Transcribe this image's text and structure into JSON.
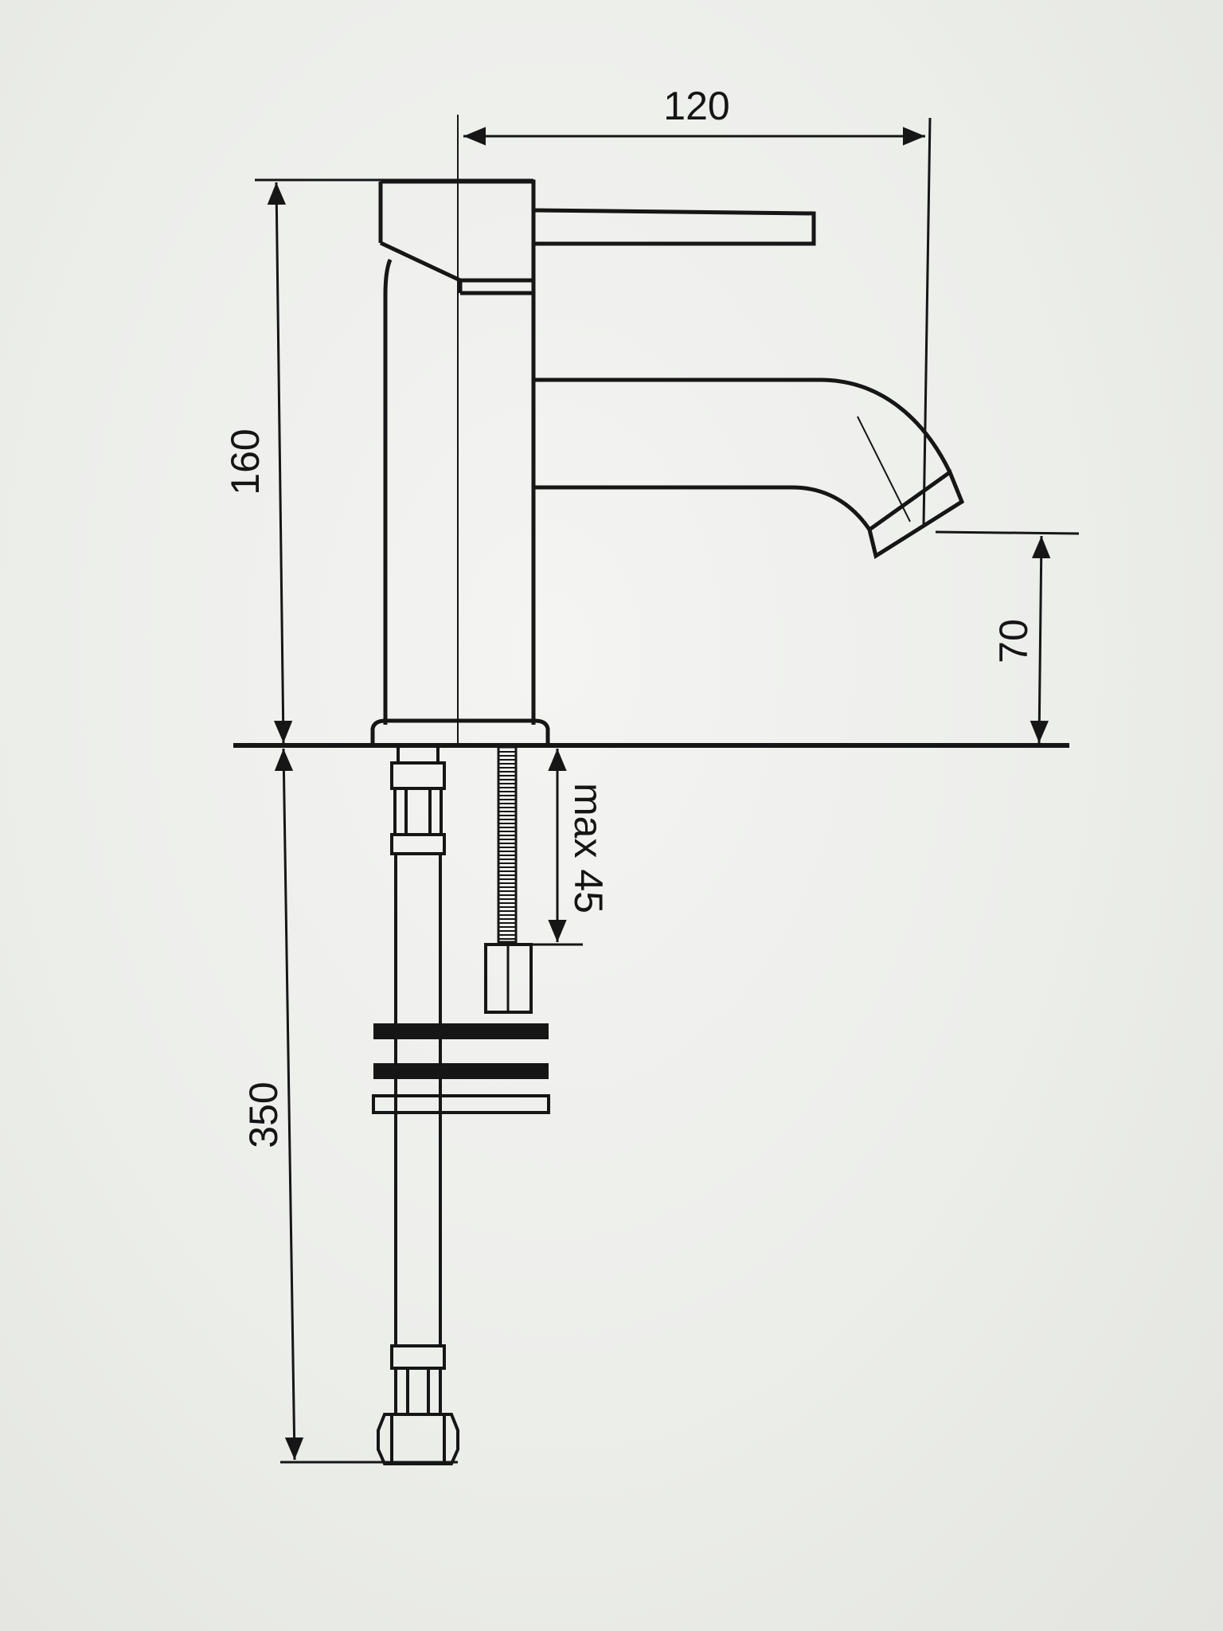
{
  "dimensions": {
    "spout_reach": "120",
    "body_height": "160",
    "spout_clearance": "70",
    "thread_max_length": "max 45",
    "hose_length": "350"
  },
  "colors": {
    "background": "#eceeea",
    "ink": "#161616"
  }
}
